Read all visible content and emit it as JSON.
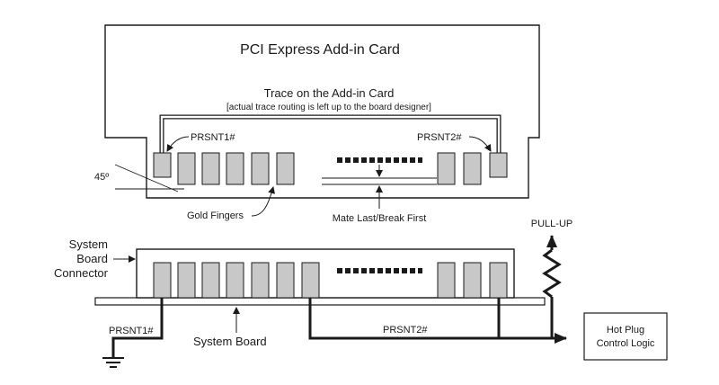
{
  "card": {
    "title": "PCI Express Add-in Card",
    "trace_title": "Trace on the Add-in Card",
    "trace_note": "[actual trace routing is left up to the board designer]",
    "prsnt1_label": "PRSNT1#",
    "prsnt2_label": "PRSNT2#",
    "angle_label": "45º",
    "gold_fingers_label": "Gold Fingers",
    "mate_label": "Mate Last/Break First"
  },
  "system": {
    "connector_label_line1": "System",
    "connector_label_line2": "Board",
    "connector_label_line3": "Connector",
    "board_label": "System Board",
    "pullup_label": "PULL-UP",
    "prsnt1_label": "PRSNT1#",
    "prsnt2_label": "PRSNT2#",
    "hotplug_line1": "Hot Plug",
    "hotplug_line2": "Control Logic"
  }
}
